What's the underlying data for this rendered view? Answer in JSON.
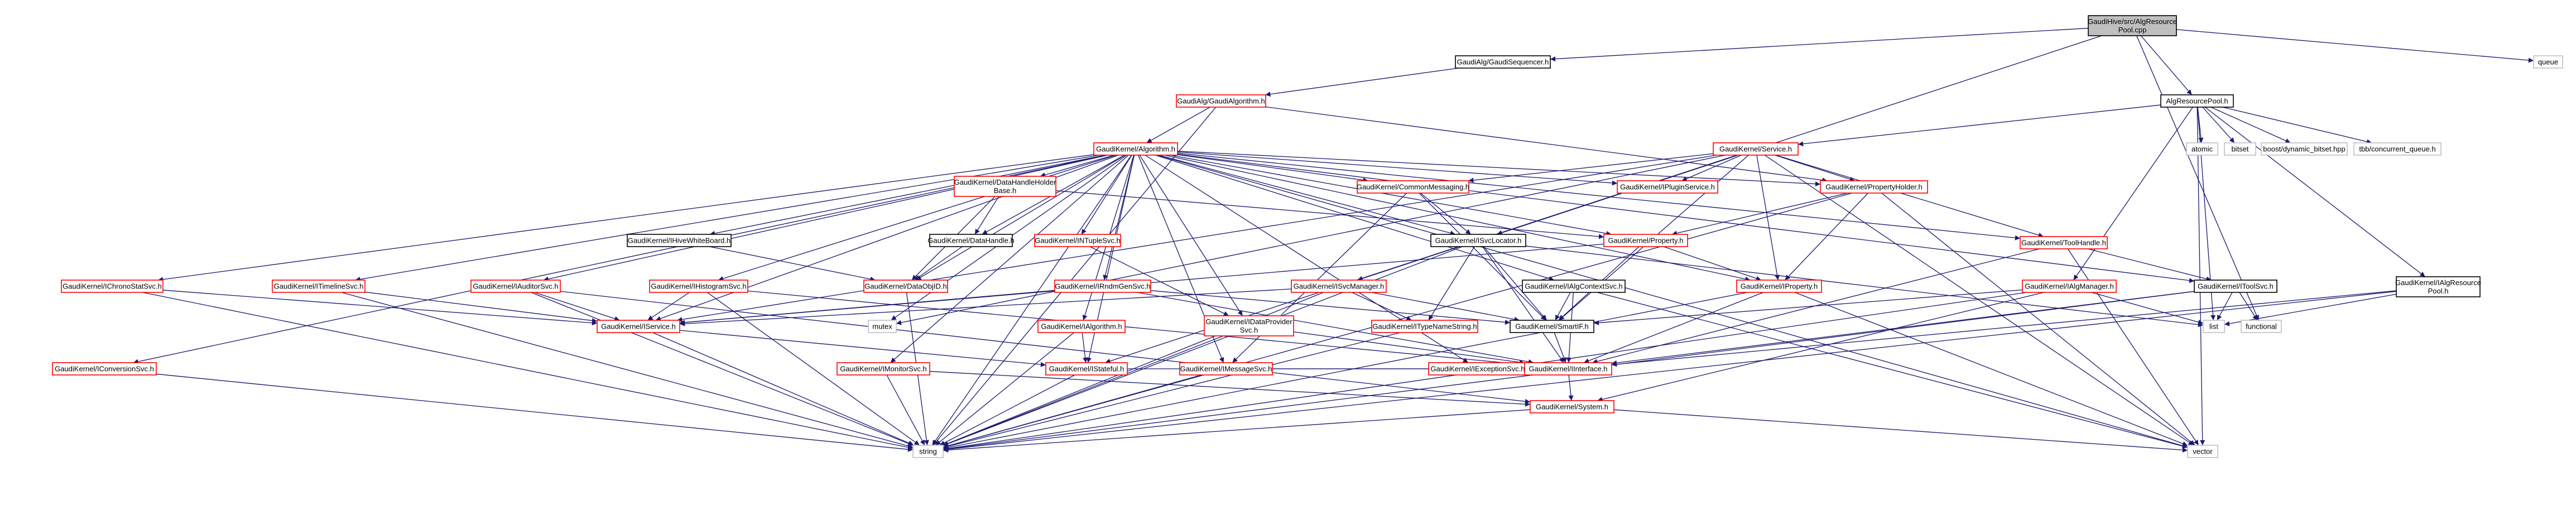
{
  "colors": {
    "background": "#ffffff",
    "root_fill": "#bfbfbf",
    "node_fill": "#ffffff",
    "node_border_black": "#000000",
    "node_border_red": "#ff0000",
    "node_border_gray": "#bfbfbf",
    "edge": "#191970",
    "text": "#000000"
  },
  "nodes": [
    {
      "id": "root",
      "style": "root",
      "lines": [
        "GaudiHive/src/AlgResource",
        "Pool.cpp"
      ]
    },
    {
      "id": "gaudiseq",
      "style": "black",
      "lines": [
        "GaudiAlg/GaudiSequencer.h"
      ]
    },
    {
      "id": "queue",
      "style": "gray",
      "lines": [
        "queue"
      ]
    },
    {
      "id": "gaudialgorithm",
      "style": "red",
      "lines": [
        "GaudiAlg/GaudiAlgorithm.h"
      ]
    },
    {
      "id": "algrespool",
      "style": "black",
      "lines": [
        "AlgResourcePool.h"
      ]
    },
    {
      "id": "algorithm",
      "style": "red",
      "lines": [
        "GaudiKernel/Algorithm.h"
      ]
    },
    {
      "id": "service",
      "style": "red",
      "lines": [
        "GaudiKernel/Service.h"
      ]
    },
    {
      "id": "atomic",
      "style": "gray",
      "lines": [
        "atomic"
      ]
    },
    {
      "id": "bitset",
      "style": "gray",
      "lines": [
        "bitset"
      ]
    },
    {
      "id": "boostbitset",
      "style": "gray",
      "lines": [
        "boost/dynamic_bitset.hpp"
      ]
    },
    {
      "id": "tbbqueue",
      "style": "gray",
      "lines": [
        "tbb/concurrent_queue.h"
      ]
    },
    {
      "id": "datahandleholder",
      "style": "red",
      "lines": [
        "GaudiKernel/DataHandleHolder",
        "Base.h"
      ]
    },
    {
      "id": "commonmessaging",
      "style": "red",
      "lines": [
        "GaudiKernel/CommonMessaging.h"
      ]
    },
    {
      "id": "ipluginsvc",
      "style": "red",
      "lines": [
        "GaudiKernel/IPluginService.h"
      ]
    },
    {
      "id": "propertyholder",
      "style": "red",
      "lines": [
        "GaudiKernel/PropertyHolder.h"
      ]
    },
    {
      "id": "ihivewhiteboard",
      "style": "black",
      "lines": [
        "GaudiKernel/IHiveWhiteBoard.h"
      ]
    },
    {
      "id": "datahandle",
      "style": "black",
      "lines": [
        "GaudiKernel/DataHandle.h"
      ]
    },
    {
      "id": "intuplesvc",
      "style": "red",
      "lines": [
        "GaudiKernel/INTupleSvc.h"
      ]
    },
    {
      "id": "isvclocator",
      "style": "black",
      "lines": [
        "GaudiKernel/ISvcLocator.h"
      ]
    },
    {
      "id": "property",
      "style": "red",
      "lines": [
        "GaudiKernel/Property.h"
      ]
    },
    {
      "id": "toolhandle",
      "style": "red",
      "lines": [
        "GaudiKernel/ToolHandle.h"
      ]
    },
    {
      "id": "ichronostat",
      "style": "red",
      "lines": [
        "GaudiKernel/IChronoStatSvc.h"
      ]
    },
    {
      "id": "itimelinesvc",
      "style": "red",
      "lines": [
        "GaudiKernel/ITimelineSvc.h"
      ]
    },
    {
      "id": "iauditorsvc",
      "style": "red",
      "lines": [
        "GaudiKernel/IAuditorSvc.h"
      ]
    },
    {
      "id": "ihistogramsvc",
      "style": "red",
      "lines": [
        "GaudiKernel/IHistogramSvc.h"
      ]
    },
    {
      "id": "dataobjid",
      "style": "red",
      "lines": [
        "GaudiKernel/DataObjID.h"
      ]
    },
    {
      "id": "irndmgensvc",
      "style": "red",
      "lines": [
        "GaudiKernel/IRndmGenSvc.h"
      ]
    },
    {
      "id": "isvcmanager",
      "style": "red",
      "lines": [
        "GaudiKernel/ISvcManager.h"
      ]
    },
    {
      "id": "ialgcontextsvc",
      "style": "black",
      "lines": [
        "GaudiKernel/IAlgContextSvc.h"
      ]
    },
    {
      "id": "iproperty",
      "style": "red",
      "lines": [
        "GaudiKernel/IProperty.h"
      ]
    },
    {
      "id": "ialgmanager",
      "style": "red",
      "lines": [
        "GaudiKernel/IAlgManager.h"
      ]
    },
    {
      "id": "itoolsvc",
      "style": "black",
      "lines": [
        "GaudiKernel/IToolSvc.h"
      ]
    },
    {
      "id": "ialgrespool",
      "style": "black",
      "lines": [
        "GaudiKernel/IAlgResource",
        "Pool.h"
      ]
    },
    {
      "id": "iservice",
      "style": "red",
      "lines": [
        "GaudiKernel/IService.h"
      ]
    },
    {
      "id": "mutex",
      "style": "gray",
      "lines": [
        "mutex"
      ]
    },
    {
      "id": "ialgorithm",
      "style": "red",
      "lines": [
        "GaudiKernel/IAlgorithm.h"
      ]
    },
    {
      "id": "idataprovider",
      "style": "red",
      "lines": [
        "GaudiKernel/IDataProvider",
        "Svc.h"
      ]
    },
    {
      "id": "itypenamestring",
      "style": "red",
      "lines": [
        "GaudiKernel/ITypeNameString.h"
      ]
    },
    {
      "id": "smartif",
      "style": "black",
      "lines": [
        "GaudiKernel/SmartIF.h"
      ]
    },
    {
      "id": "list",
      "style": "gray",
      "lines": [
        "list"
      ]
    },
    {
      "id": "functional",
      "style": "gray",
      "lines": [
        "functional"
      ]
    },
    {
      "id": "iconversionsvc",
      "style": "red",
      "lines": [
        "GaudiKernel/IConversionSvc.h"
      ]
    },
    {
      "id": "imonitorsvc",
      "style": "red",
      "lines": [
        "GaudiKernel/IMonitorSvc.h"
      ]
    },
    {
      "id": "istateful",
      "style": "red",
      "lines": [
        "GaudiKernel/IStateful.h"
      ]
    },
    {
      "id": "imessagesvc",
      "style": "red",
      "lines": [
        "GaudiKernel/IMessageSvc.h"
      ]
    },
    {
      "id": "iexceptionsvc",
      "style": "red",
      "lines": [
        "GaudiKernel/IExceptionSvc.h"
      ]
    },
    {
      "id": "iinterface",
      "style": "red",
      "lines": [
        "GaudiKernel/IInterface.h"
      ]
    },
    {
      "id": "system",
      "style": "red",
      "lines": [
        "GaudiKernel/System.h"
      ]
    },
    {
      "id": "string",
      "style": "gray",
      "lines": [
        "string"
      ]
    },
    {
      "id": "vector",
      "style": "gray",
      "lines": [
        "vector"
      ]
    }
  ],
  "edges": [
    [
      "root",
      "gaudiseq"
    ],
    [
      "root",
      "algrespool"
    ],
    [
      "root",
      "queue"
    ],
    [
      "root",
      "isvclocator"
    ],
    [
      "root",
      "functional"
    ],
    [
      "gaudiseq",
      "gaudialgorithm"
    ],
    [
      "gaudialgorithm",
      "algorithm"
    ],
    [
      "gaudialgorithm",
      "string"
    ],
    [
      "gaudialgorithm",
      "propertyholder"
    ],
    [
      "algrespool",
      "service"
    ],
    [
      "algrespool",
      "atomic"
    ],
    [
      "algrespool",
      "bitset"
    ],
    [
      "algrespool",
      "boostbitset"
    ],
    [
      "algrespool",
      "tbbqueue"
    ],
    [
      "algrespool",
      "ialgrespool"
    ],
    [
      "algrespool",
      "ialgmanager"
    ],
    [
      "algrespool",
      "list"
    ],
    [
      "algrespool",
      "vector"
    ],
    [
      "algorithm",
      "datahandleholder"
    ],
    [
      "algorithm",
      "commonmessaging"
    ],
    [
      "algorithm",
      "ipluginsvc"
    ],
    [
      "algorithm",
      "propertyholder"
    ],
    [
      "algorithm",
      "ihivewhiteboard"
    ],
    [
      "algorithm",
      "datahandle"
    ],
    [
      "algorithm",
      "intuplesvc"
    ],
    [
      "algorithm",
      "isvclocator"
    ],
    [
      "algorithm",
      "property"
    ],
    [
      "algorithm",
      "toolhandle"
    ],
    [
      "algorithm",
      "ichronostat"
    ],
    [
      "algorithm",
      "itimelinesvc"
    ],
    [
      "algorithm",
      "iauditorsvc"
    ],
    [
      "algorithm",
      "ihistogramsvc"
    ],
    [
      "algorithm",
      "dataobjid"
    ],
    [
      "algorithm",
      "irndmgensvc"
    ],
    [
      "algorithm",
      "ialgcontextsvc"
    ],
    [
      "algorithm",
      "iproperty"
    ],
    [
      "algorithm",
      "itoolsvc"
    ],
    [
      "algorithm",
      "iservice"
    ],
    [
      "algorithm",
      "mutex"
    ],
    [
      "algorithm",
      "ialgorithm"
    ],
    [
      "algorithm",
      "idataprovider"
    ],
    [
      "algorithm",
      "iconversionsvc"
    ],
    [
      "algorithm",
      "imonitorsvc"
    ],
    [
      "algorithm",
      "istateful"
    ],
    [
      "algorithm",
      "imessagesvc"
    ],
    [
      "algorithm",
      "iexceptionsvc"
    ],
    [
      "algorithm",
      "string"
    ],
    [
      "algorithm",
      "vector"
    ],
    [
      "service",
      "commonmessaging"
    ],
    [
      "service",
      "ipluginsvc"
    ],
    [
      "service",
      "propertyholder"
    ],
    [
      "service",
      "isvclocator"
    ],
    [
      "service",
      "isvcmanager"
    ],
    [
      "service",
      "iproperty"
    ],
    [
      "service",
      "toolhandle"
    ],
    [
      "service",
      "iservice"
    ],
    [
      "service",
      "mutex"
    ],
    [
      "service",
      "istateful"
    ],
    [
      "service",
      "smartif"
    ],
    [
      "service",
      "vector"
    ],
    [
      "datahandleholder",
      "datahandle"
    ],
    [
      "datahandleholder",
      "dataobjid"
    ],
    [
      "datahandleholder",
      "property"
    ],
    [
      "commonmessaging",
      "isvclocator"
    ],
    [
      "commonmessaging",
      "imessagesvc"
    ],
    [
      "commonmessaging",
      "smartif"
    ],
    [
      "propertyholder",
      "property"
    ],
    [
      "propertyholder",
      "iproperty"
    ],
    [
      "propertyholder",
      "string"
    ],
    [
      "propertyholder",
      "vector"
    ],
    [
      "ihivewhiteboard",
      "dataobjid"
    ],
    [
      "datahandle",
      "dataobjid"
    ],
    [
      "intuplesvc",
      "idataprovider"
    ],
    [
      "isvclocator",
      "isvcmanager"
    ],
    [
      "isvclocator",
      "smartif"
    ],
    [
      "isvclocator",
      "itypenamestring"
    ],
    [
      "isvclocator",
      "list"
    ],
    [
      "isvclocator",
      "string"
    ],
    [
      "isvclocator",
      "iinterface"
    ],
    [
      "property",
      "iproperty"
    ],
    [
      "property",
      "smartif"
    ],
    [
      "property",
      "iservice"
    ],
    [
      "toolhandle",
      "itoolsvc"
    ],
    [
      "toolhandle",
      "iinterface"
    ],
    [
      "toolhandle",
      "vector"
    ],
    [
      "ichronostat",
      "iservice"
    ],
    [
      "ichronostat",
      "string"
    ],
    [
      "itimelinesvc",
      "iservice"
    ],
    [
      "itimelinesvc",
      "string"
    ],
    [
      "iauditorsvc",
      "iservice"
    ],
    [
      "iauditorsvc",
      "string"
    ],
    [
      "iauditorsvc",
      "system"
    ],
    [
      "ihistogramsvc",
      "iservice"
    ],
    [
      "ihistogramsvc",
      "string"
    ],
    [
      "ihistogramsvc",
      "iinterface"
    ],
    [
      "dataobjid",
      "string"
    ],
    [
      "irndmgensvc",
      "iservice"
    ],
    [
      "irndmgensvc",
      "smartif"
    ],
    [
      "irndmgensvc",
      "iinterface"
    ],
    [
      "isvcmanager",
      "iservice"
    ],
    [
      "isvcmanager",
      "smartif"
    ],
    [
      "isvcmanager",
      "itypenamestring"
    ],
    [
      "isvcmanager",
      "string"
    ],
    [
      "ialgcontextsvc",
      "smartif"
    ],
    [
      "ialgcontextsvc",
      "iinterface"
    ],
    [
      "ialgcontextsvc",
      "vector"
    ],
    [
      "iproperty",
      "iinterface"
    ],
    [
      "iproperty",
      "string"
    ],
    [
      "iproperty",
      "vector"
    ],
    [
      "ialgmanager",
      "smartif"
    ],
    [
      "ialgmanager",
      "list"
    ],
    [
      "ialgmanager",
      "string"
    ],
    [
      "ialgmanager",
      "system"
    ],
    [
      "itoolsvc",
      "list"
    ],
    [
      "itoolsvc",
      "functional"
    ],
    [
      "itoolsvc",
      "string"
    ],
    [
      "itoolsvc",
      "iinterface"
    ],
    [
      "ialgrespool",
      "list"
    ],
    [
      "ialgrespool",
      "string"
    ],
    [
      "ialgrespool",
      "iinterface"
    ],
    [
      "iservice",
      "istateful"
    ],
    [
      "iservice",
      "string"
    ],
    [
      "ialgorithm",
      "istateful"
    ],
    [
      "ialgorithm",
      "string"
    ],
    [
      "idataprovider",
      "iinterface"
    ],
    [
      "idataprovider",
      "string"
    ],
    [
      "itypenamestring",
      "string"
    ],
    [
      "smartif",
      "iinterface"
    ],
    [
      "iconversionsvc",
      "string"
    ],
    [
      "imonitorsvc",
      "string"
    ],
    [
      "imonitorsvc",
      "system"
    ],
    [
      "istateful",
      "iinterface"
    ],
    [
      "istateful",
      "string"
    ],
    [
      "imessagesvc",
      "iinterface"
    ],
    [
      "imessagesvc",
      "string"
    ],
    [
      "iexceptionsvc",
      "iinterface"
    ],
    [
      "iinterface",
      "system"
    ],
    [
      "system",
      "string"
    ],
    [
      "system",
      "vector"
    ]
  ]
}
